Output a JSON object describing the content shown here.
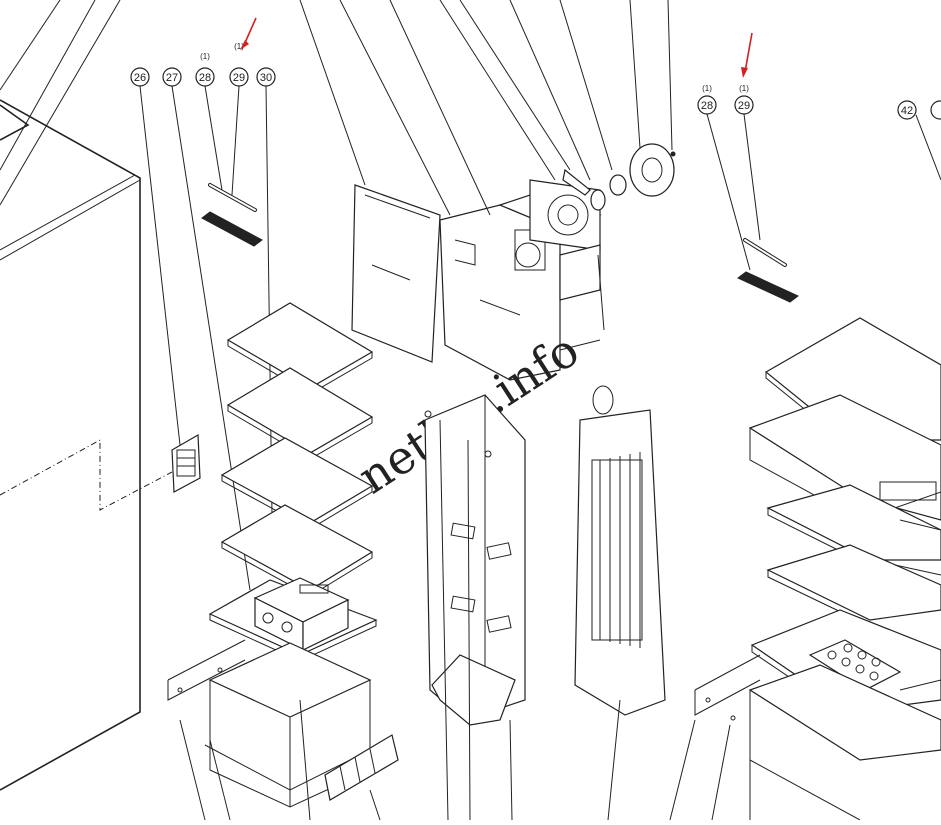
{
  "callouts": {
    "c26": "26",
    "c27": "27",
    "c28a": "28",
    "c29a": "29",
    "c30": "30",
    "c28b": "28",
    "c29b": "29",
    "c42": "42"
  },
  "qty": {
    "q28a": "(1)",
    "q29a": "(1)",
    "q28b": "(1)",
    "q29b": "(1)"
  },
  "watermark": "netlap.info",
  "colors": {
    "line": "#222222",
    "arrow": "#d42020",
    "background": "#ffffff"
  }
}
